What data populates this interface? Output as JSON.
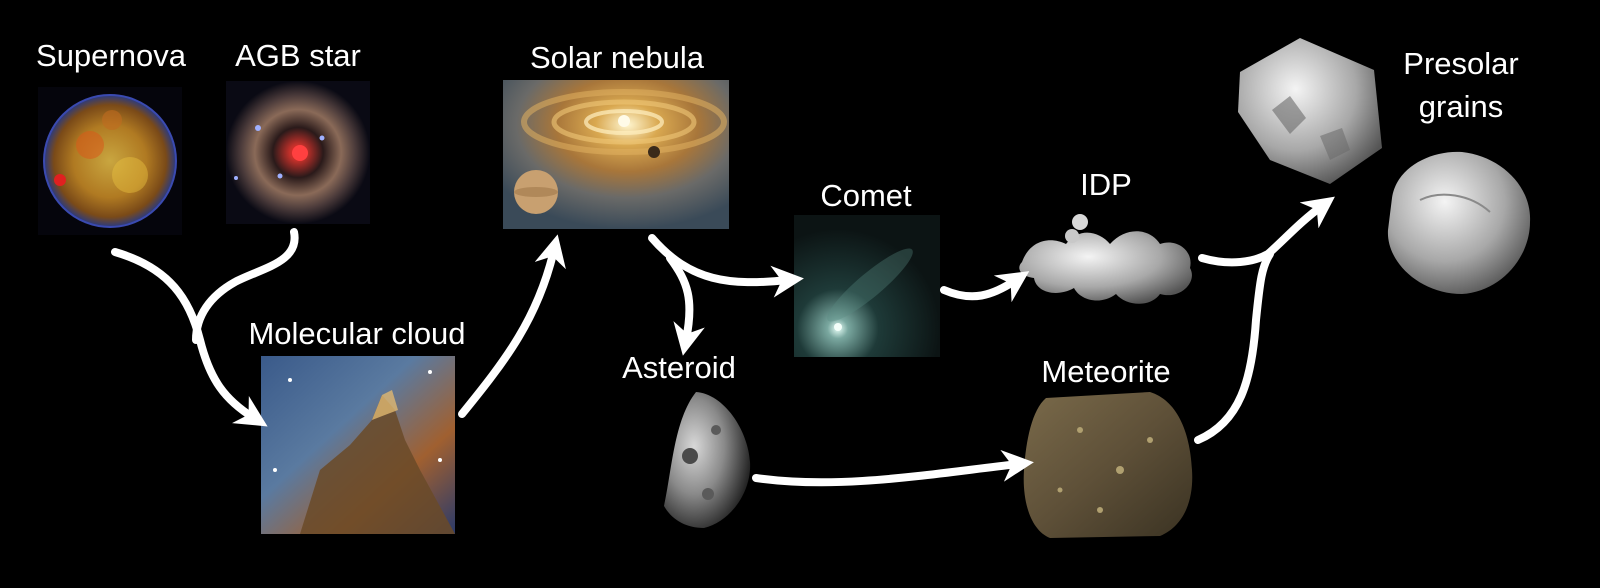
{
  "labels": {
    "supernova": "Supernova",
    "agb_star": "AGB star",
    "solar_nebula": "Solar nebula",
    "molecular_cloud": "Molecular cloud",
    "comet": "Comet",
    "idp": "IDP",
    "asteroid": "Asteroid",
    "meteorite": "Meteorite",
    "presolar_line1": "Presolar",
    "presolar_line2": "grains"
  },
  "colors": {
    "background": "#000000",
    "arrow": "#ffffff",
    "text": "#ffffff"
  }
}
